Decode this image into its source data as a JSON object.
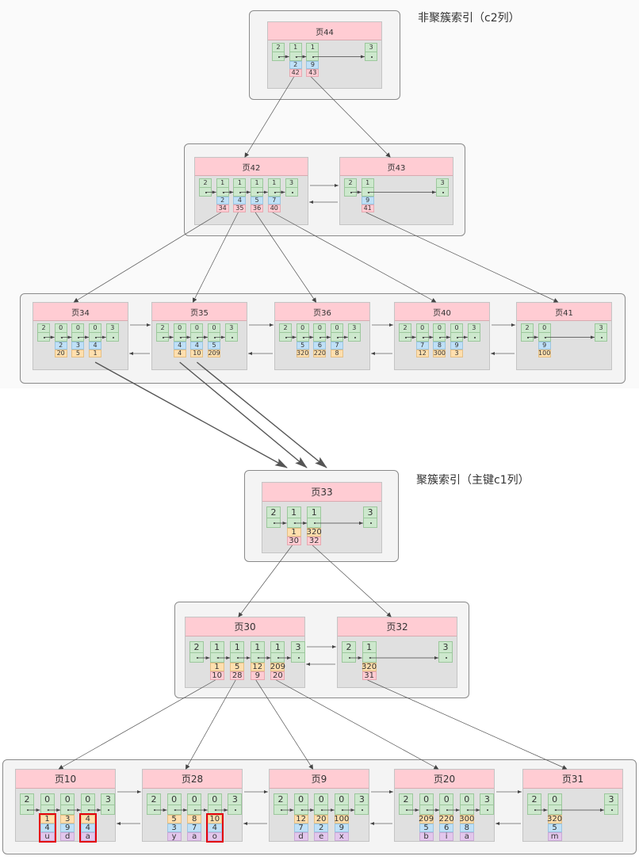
{
  "titles": {
    "secondary": "非聚簇索引（c2列）",
    "primary": "聚簇索引（主键c1列）"
  },
  "colors": {
    "record_header": "#cde8cd",
    "c2_value": "#bfe0f7",
    "page_number": "#ffccd3",
    "c1_value": "#ffdfae",
    "c3_value": "#e2c7ec",
    "highlight": "#e3000b"
  },
  "secondary_index": {
    "root": [
      {
        "id": "p44",
        "label": "页44",
        "records": [
          {
            "type": "2"
          },
          {
            "type": "1",
            "c2": "2",
            "page": "42"
          },
          {
            "type": "1",
            "c2": "9",
            "page": "43"
          },
          {
            "type": "3"
          }
        ]
      }
    ],
    "internal": [
      {
        "id": "p42",
        "label": "页42",
        "records": [
          {
            "type": "2"
          },
          {
            "type": "1",
            "c2": "2",
            "page": "34"
          },
          {
            "type": "1",
            "c2": "4",
            "page": "35"
          },
          {
            "type": "1",
            "c2": "5",
            "page": "36"
          },
          {
            "type": "1",
            "c2": "7",
            "page": "40"
          },
          {
            "type": "3"
          }
        ]
      },
      {
        "id": "p43",
        "label": "页43",
        "records": [
          {
            "type": "2"
          },
          {
            "type": "1",
            "c2": "9",
            "page": "41"
          },
          {
            "type": "3"
          }
        ]
      }
    ],
    "leaves": [
      {
        "id": "p34",
        "label": "页34",
        "records": [
          {
            "type": "2"
          },
          {
            "type": "0",
            "c2": "2",
            "c1": "20"
          },
          {
            "type": "0",
            "c2": "3",
            "c1": "5"
          },
          {
            "type": "0",
            "c2": "4",
            "c1": "1"
          },
          {
            "type": "3"
          }
        ]
      },
      {
        "id": "p35",
        "label": "页35",
        "records": [
          {
            "type": "2"
          },
          {
            "type": "0",
            "c2": "4",
            "c1": "4"
          },
          {
            "type": "0",
            "c2": "4",
            "c1": "10"
          },
          {
            "type": "0",
            "c2": "5",
            "c1": "209"
          },
          {
            "type": "3"
          }
        ]
      },
      {
        "id": "p36",
        "label": "页36",
        "records": [
          {
            "type": "2"
          },
          {
            "type": "0",
            "c2": "5",
            "c1": "320"
          },
          {
            "type": "0",
            "c2": "6",
            "c1": "220"
          },
          {
            "type": "0",
            "c2": "7",
            "c1": "8"
          },
          {
            "type": "3"
          }
        ]
      },
      {
        "id": "p40",
        "label": "页40",
        "records": [
          {
            "type": "2"
          },
          {
            "type": "0",
            "c2": "7",
            "c1": "12"
          },
          {
            "type": "0",
            "c2": "8",
            "c1": "300"
          },
          {
            "type": "0",
            "c2": "9",
            "c1": "3"
          },
          {
            "type": "3"
          }
        ]
      },
      {
        "id": "p41",
        "label": "页41",
        "records": [
          {
            "type": "2"
          },
          {
            "type": "0",
            "c2": "9",
            "c1": "100"
          },
          {
            "type": "3"
          }
        ]
      }
    ]
  },
  "clustered_index": {
    "root": [
      {
        "id": "p33",
        "label": "页33",
        "records": [
          {
            "type": "2"
          },
          {
            "type": "1",
            "c1": "1",
            "page": "30"
          },
          {
            "type": "1",
            "c1": "320",
            "page": "32"
          },
          {
            "type": "3"
          }
        ]
      }
    ],
    "internal": [
      {
        "id": "p30",
        "label": "页30",
        "records": [
          {
            "type": "2"
          },
          {
            "type": "1",
            "c1": "1",
            "page": "10"
          },
          {
            "type": "1",
            "c1": "5",
            "page": "28"
          },
          {
            "type": "1",
            "c1": "12",
            "page": "9"
          },
          {
            "type": "1",
            "c1": "209",
            "page": "20"
          },
          {
            "type": "3"
          }
        ]
      },
      {
        "id": "p32",
        "label": "页32",
        "records": [
          {
            "type": "2"
          },
          {
            "type": "1",
            "c1": "320",
            "page": "31"
          },
          {
            "type": "3"
          }
        ]
      }
    ],
    "leaves": [
      {
        "id": "p10",
        "label": "页10",
        "records": [
          {
            "type": "2"
          },
          {
            "type": "0",
            "c1": "1",
            "c2": "4",
            "c3": "u",
            "highlight": true
          },
          {
            "type": "0",
            "c1": "3",
            "c2": "9",
            "c3": "d"
          },
          {
            "type": "0",
            "c1": "4",
            "c2": "4",
            "c3": "a",
            "highlight": true
          },
          {
            "type": "3"
          }
        ]
      },
      {
        "id": "p28",
        "label": "页28",
        "records": [
          {
            "type": "2"
          },
          {
            "type": "0",
            "c1": "5",
            "c2": "3",
            "c3": "y"
          },
          {
            "type": "0",
            "c1": "8",
            "c2": "7",
            "c3": "a"
          },
          {
            "type": "0",
            "c1": "10",
            "c2": "4",
            "c3": "o",
            "highlight": true
          },
          {
            "type": "3"
          }
        ]
      },
      {
        "id": "p9",
        "label": "页9",
        "records": [
          {
            "type": "2"
          },
          {
            "type": "0",
            "c1": "12",
            "c2": "7",
            "c3": "d"
          },
          {
            "type": "0",
            "c1": "20",
            "c2": "2",
            "c3": "e"
          },
          {
            "type": "0",
            "c1": "100",
            "c2": "9",
            "c3": "x"
          },
          {
            "type": "3"
          }
        ]
      },
      {
        "id": "p20",
        "label": "页20",
        "records": [
          {
            "type": "2"
          },
          {
            "type": "0",
            "c1": "209",
            "c2": "5",
            "c3": "b"
          },
          {
            "type": "0",
            "c1": "220",
            "c2": "6",
            "c3": "i"
          },
          {
            "type": "0",
            "c1": "300",
            "c2": "8",
            "c3": "a"
          },
          {
            "type": "3"
          }
        ]
      },
      {
        "id": "p31",
        "label": "页31",
        "records": [
          {
            "type": "2"
          },
          {
            "type": "0",
            "c1": "320",
            "c2": "5",
            "c3": "m"
          },
          {
            "type": "3"
          }
        ]
      }
    ]
  },
  "lookups": [
    {
      "from_page": "p34",
      "from_record": 3,
      "to": "p33"
    },
    {
      "from_page": "p35",
      "from_record": 1,
      "to": "p33"
    },
    {
      "from_page": "p35",
      "from_record": 2,
      "to": "p33"
    }
  ]
}
